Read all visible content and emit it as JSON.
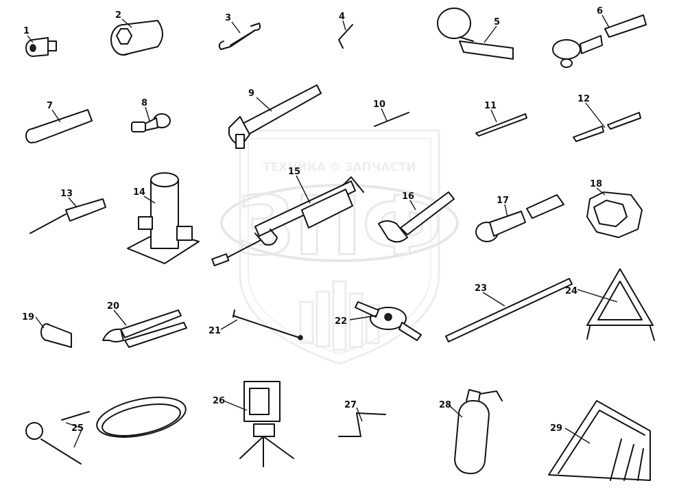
{
  "watermark": {
    "line": "ТЕХНИКА  ⚙  ЗАПЧАСТИ",
    "logo": "ЗПФ"
  },
  "labels": [
    "1",
    "2",
    "3",
    "4",
    "5",
    "6",
    "7",
    "8",
    "9",
    "10",
    "11",
    "12",
    "13",
    "14",
    "15",
    "16",
    "17",
    "18",
    "19",
    "20",
    "21",
    "22",
    "23",
    "24",
    "25",
    "26",
    "27",
    "28",
    "29"
  ]
}
